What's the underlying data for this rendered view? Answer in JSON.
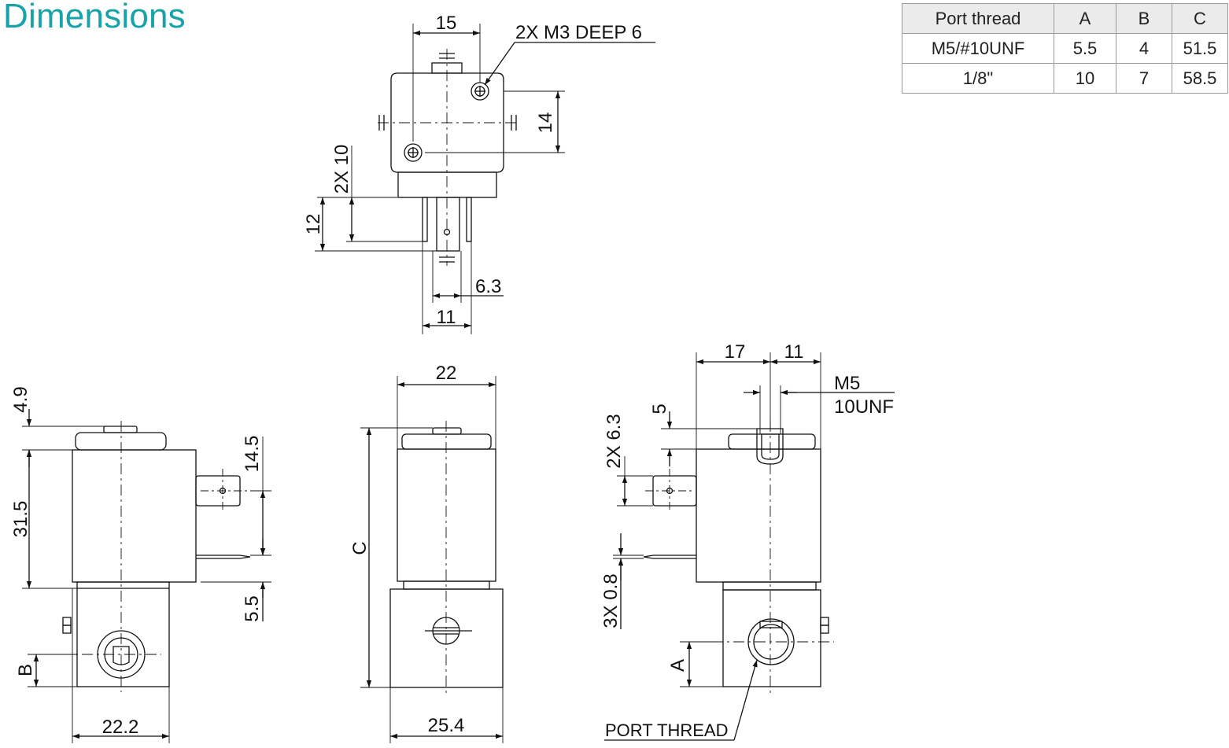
{
  "title": "Dimensions",
  "table": {
    "headers": [
      "Port thread",
      "A",
      "B",
      "C"
    ],
    "rows": [
      [
        "M5/#10UNF",
        "5.5",
        "4",
        "51.5"
      ],
      [
        "1/8\"",
        "10",
        "7",
        "58.5"
      ]
    ]
  },
  "top_view": {
    "dim_15": "15",
    "callout_holes": "2X M3 DEEP 6",
    "dim_14": "14",
    "dim_2x10": "2X 10",
    "dim_12": "12",
    "dim_6_3": "6.3",
    "dim_11": "11"
  },
  "left_view": {
    "dim_4_9": "4.9",
    "dim_31_5": "31.5",
    "dim_14_5": "14.5",
    "dim_5_5": "5.5",
    "dim_b": "B",
    "dim_22_2": "22.2"
  },
  "front_view": {
    "dim_22": "22",
    "dim_c": "C",
    "dim_25_4": "25.4"
  },
  "right_view": {
    "dim_17": "17",
    "dim_11": "11",
    "label_m5": "M5",
    "label_10unf": "10UNF",
    "dim_5": "5",
    "dim_2x6_3": "2X 6.3",
    "dim_3x0_8": "3X 0.8",
    "dim_a": "A",
    "callout_port": "PORT THREAD"
  }
}
